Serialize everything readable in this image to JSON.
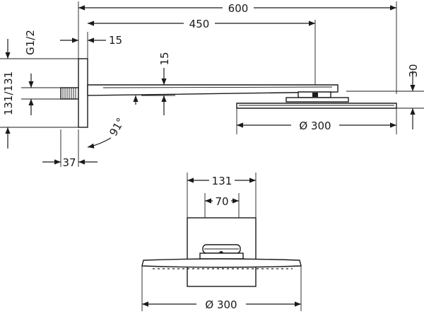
{
  "dimensions": {
    "total_length": "600",
    "arm_length": "450",
    "wall_plate_thickness": "15",
    "arm_thickness": "15",
    "thread": "G1/2",
    "wall_plate_size": "131/131",
    "connection_depth": "37",
    "angle": "91°",
    "head_height": "30",
    "head_diameter_side": "Ø 300",
    "bottom_width": "131",
    "bottom_inner": "70",
    "head_diameter_front": "Ø 300"
  }
}
